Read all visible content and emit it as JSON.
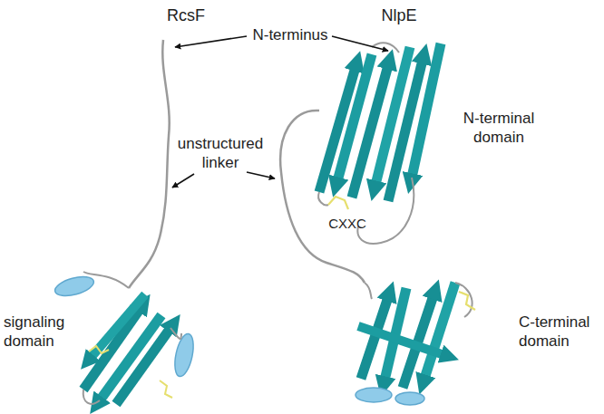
{
  "diagram": {
    "labels": [
      "RcsF",
      "NlpE",
      "N-terminus",
      "unstructured linker",
      "N-terminal domain",
      "CXXC",
      "signaling domain",
      "C-terminal domain"
    ]
  }
}
